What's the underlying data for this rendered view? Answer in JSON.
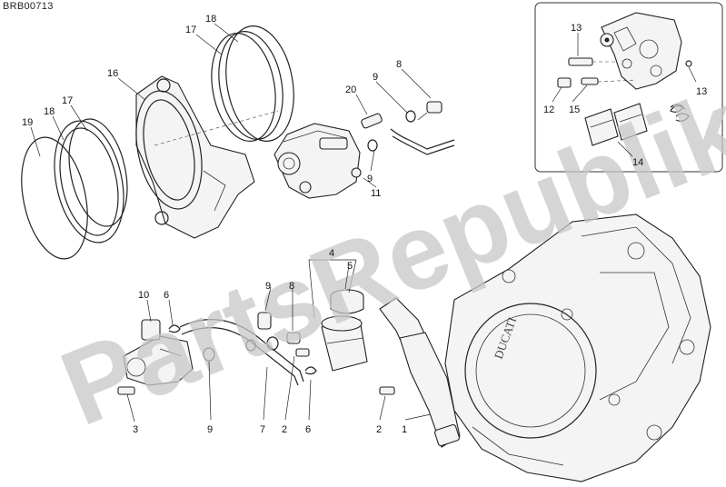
{
  "diagram_code": "BRB00713",
  "watermark_text": "PartsRepublik",
  "callouts": [
    {
      "id": "c18a",
      "text": "18"
    },
    {
      "id": "c17a",
      "text": "17"
    },
    {
      "id": "c16",
      "text": "16"
    },
    {
      "id": "c17b",
      "text": "17"
    },
    {
      "id": "c18b",
      "text": "18"
    },
    {
      "id": "c19",
      "text": "19"
    },
    {
      "id": "c20",
      "text": "20"
    },
    {
      "id": "c9a",
      "text": "9"
    },
    {
      "id": "c8a",
      "text": "8"
    },
    {
      "id": "c9b",
      "text": "9"
    },
    {
      "id": "c11",
      "text": "11"
    },
    {
      "id": "c13a",
      "text": "13"
    },
    {
      "id": "c13b",
      "text": "13"
    },
    {
      "id": "c12",
      "text": "12"
    },
    {
      "id": "c15",
      "text": "15"
    },
    {
      "id": "c14",
      "text": "14"
    },
    {
      "id": "c4",
      "text": "4"
    },
    {
      "id": "c5",
      "text": "5"
    },
    {
      "id": "c10",
      "text": "10"
    },
    {
      "id": "c6a",
      "text": "6"
    },
    {
      "id": "c9c",
      "text": "9"
    },
    {
      "id": "c8b",
      "text": "8"
    },
    {
      "id": "c3",
      "text": "3"
    },
    {
      "id": "c9d",
      "text": "9"
    },
    {
      "id": "c7",
      "text": "7"
    },
    {
      "id": "c2a",
      "text": "2"
    },
    {
      "id": "c6b",
      "text": "6"
    },
    {
      "id": "c2b",
      "text": "2"
    },
    {
      "id": "c1",
      "text": "1"
    }
  ],
  "engine_cover_badge": "DUCATI"
}
